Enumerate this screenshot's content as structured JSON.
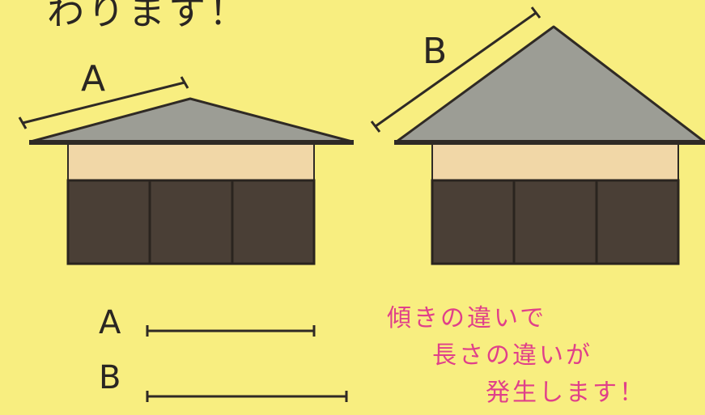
{
  "top_text": "わります！",
  "label_a": "A",
  "label_b": "B",
  "legend": {
    "a_letter": "A",
    "b_letter": "B"
  },
  "note": {
    "line1": "傾きの違いで",
    "line2": "長さの違いが",
    "line3": "発生します！"
  },
  "colors": {
    "background": "#f8ee80",
    "roof": "#9c9d95",
    "band": "#f1d7a7",
    "wall": "#4a3f36",
    "note_text": "#e0408a"
  }
}
